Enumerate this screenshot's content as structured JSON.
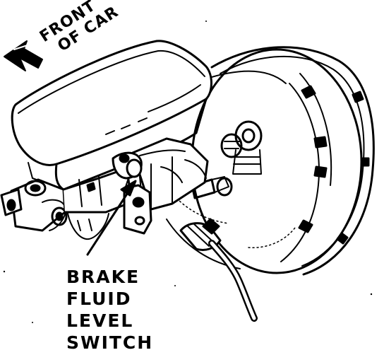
{
  "orientation_label": {
    "line1": "FRONT",
    "line2": "OF CAR"
  },
  "callout_label": {
    "line1": "BRAKE",
    "line2": "FLUID",
    "line3": "LEVEL",
    "line4": "SWITCH"
  },
  "colors": {
    "ink": "#000000",
    "paper": "#ffffff"
  },
  "icons": {
    "direction": "arrow-left-icon"
  }
}
